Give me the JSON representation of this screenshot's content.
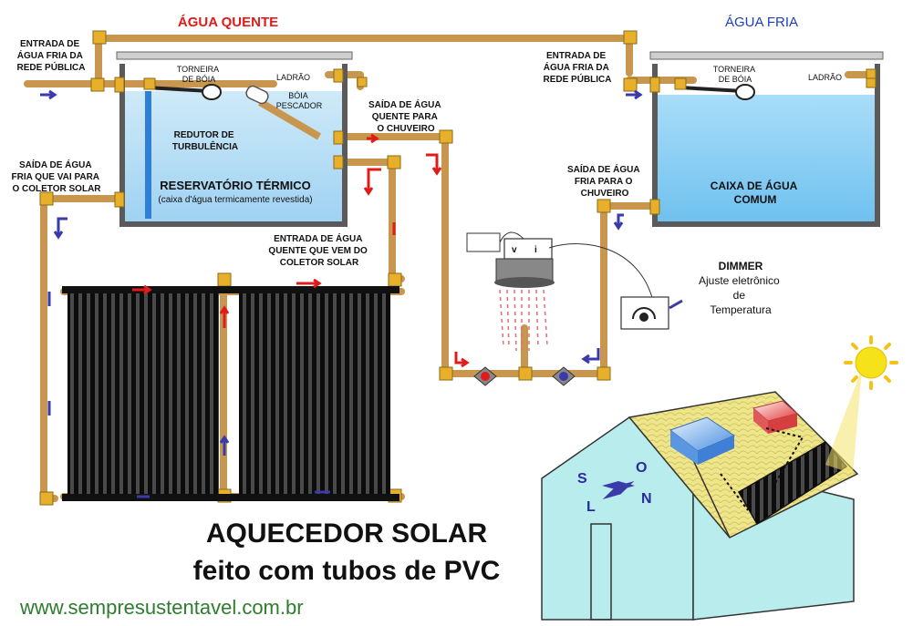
{
  "headers": {
    "hot": "ÁGUA QUENTE",
    "cold": "ÁGUA FRIA"
  },
  "labels": {
    "entrada_rede_left": [
      "ENTRADA DE",
      "ÁGUA FRIA DA",
      "REDE PÚBLICA"
    ],
    "entrada_rede_right": [
      "ENTRADA DE",
      "ÁGUA FRIA DA",
      "REDE PÚBLICA"
    ],
    "torneira_left": [
      "TORNEIRA",
      "DE BÓIA"
    ],
    "torneira_right": [
      "TORNEIRA",
      "DE BÓIA"
    ],
    "ladrao_left": "LADRÃO",
    "ladrao_right": "LADRÃO",
    "boia_pescador": [
      "BÓIA",
      "PESCADOR"
    ],
    "saida_quente": [
      "SAÍDA DE ÁGUA",
      "QUENTE PARA",
      "O CHUVEIRO"
    ],
    "redutor": [
      "REDUTOR DE",
      "TURBULÊNCIA"
    ],
    "reservatorio": "RESERVATÓRIO TÉRMICO",
    "reservatorio_sub": "(caixa d'água termicamente revestida)",
    "saida_fria_coletor": [
      "SAÍDA DE ÁGUA",
      "FRIA QUE VAI PARA",
      "O COLETOR SOLAR"
    ],
    "entrada_quente_coletor": [
      "ENTRADA DE ÁGUA",
      "QUENTE QUE VEM DO",
      "COLETOR SOLAR"
    ],
    "caixa_comum": [
      "CAIXA DE ÁGUA",
      "COMUM"
    ],
    "saida_fria_chuveiro": [
      "SAÍDA DE ÁGUA",
      "FRIA PARA O",
      "CHUVEIRO"
    ],
    "dimmer": "DIMMER",
    "dimmer_sub": [
      "Ajuste eletrônico",
      "de",
      "Temperatura"
    ],
    "switch_v": "v",
    "switch_i": "i"
  },
  "title": {
    "line1": "AQUECEDOR SOLAR",
    "line2": "feito com tubos de PVC"
  },
  "website": "www.sempresustentavel.com.br",
  "compass": {
    "s": "S",
    "o": "O",
    "l": "L",
    "n": "N"
  },
  "colors": {
    "hot_title": "#e01b1b",
    "cold_title": "#1d3fbf",
    "pipe": "#c8964e",
    "fitting": "#e8b02a",
    "water_cold": "#8fd0f5",
    "tank_wall": "#555555",
    "collector": "#111111",
    "arrow_hot": "#e01b1b",
    "arrow_cold": "#3a3aa8",
    "site_green": "#2e7d2e",
    "house_wall": "#b9ecec",
    "roof": "#efe58a"
  }
}
